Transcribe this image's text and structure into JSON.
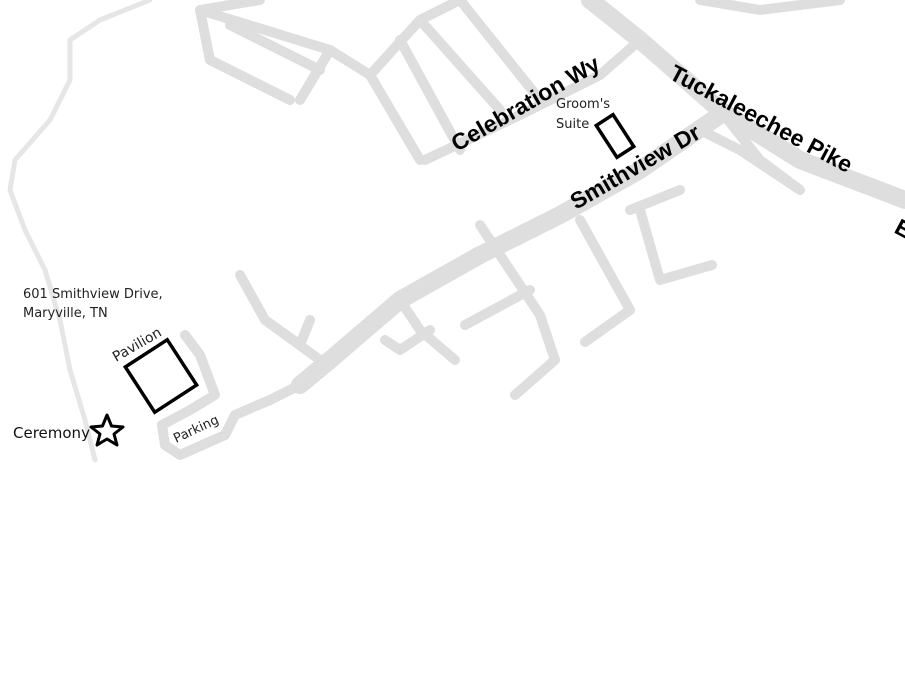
{
  "roads": {
    "tuckaleechee_pike": "Tuckaleechee Pike",
    "celebration_way": "Celebration Wy",
    "smithview_drive": "Smithview Dr",
    "edge_fragment": "E"
  },
  "places": {
    "grooms_suite_line1": "Groom's",
    "grooms_suite_line2": "Suite",
    "pavilion": "Pavilion",
    "parking": "Parking",
    "ceremony": "Ceremony"
  },
  "address": {
    "line1": "601 Smithview Drive,",
    "line2": "Maryville, TN"
  },
  "colors": {
    "road": "#dedede",
    "background": "#ffffff",
    "outline": "#000000"
  },
  "icons": {
    "ceremony_marker": "star-icon"
  }
}
